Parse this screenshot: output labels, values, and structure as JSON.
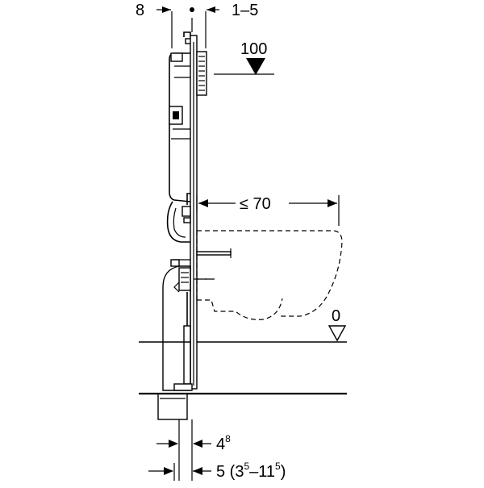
{
  "dimensions": {
    "top_left": "8",
    "top_right": "1–5",
    "height_mark": "100",
    "depth_max": "≤ 70",
    "floor_level": "0",
    "bottom_upper": {
      "base": "4",
      "sup": "8"
    },
    "bottom_lower": {
      "base": "5 (3",
      "sup1": "5",
      "mid": "–11",
      "sup2": "5",
      "end": ")"
    }
  }
}
